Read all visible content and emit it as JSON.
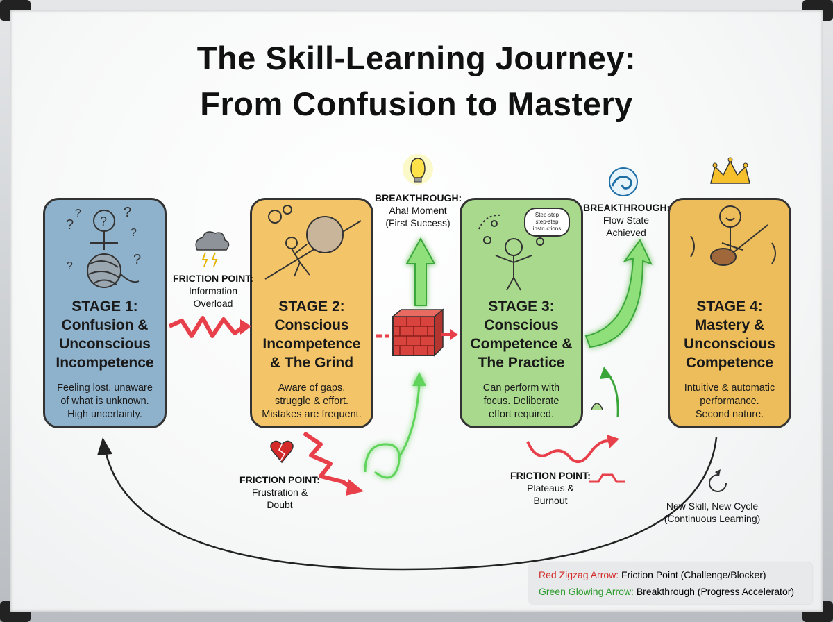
{
  "title": {
    "line1": "The Skill-Learning Journey:",
    "line2": "From Confusion to Mastery"
  },
  "stages": [
    {
      "title": [
        "STAGE 1:",
        "Confusion &",
        "Unconscious",
        "Incompetence"
      ],
      "desc": [
        "Feeling lost, unaware",
        "of what is unknown.",
        "High uncertainty."
      ],
      "color": "#8fb2cc"
    },
    {
      "title": [
        "STAGE 2:",
        "Conscious",
        "Incompetence",
        "& The Grind"
      ],
      "desc": [
        "Aware of gaps,",
        "struggle & effort.",
        "Mistakes are frequent."
      ],
      "color": "#f3c568"
    },
    {
      "title": [
        "STAGE 3:",
        "Conscious",
        "Competence &",
        "The Practice"
      ],
      "desc": [
        "Can perform with",
        "focus. Deliberate",
        "effort required."
      ],
      "color": "#a9d98c"
    },
    {
      "title": [
        "STAGE 4:",
        "Mastery &",
        "Unconscious",
        "Competence"
      ],
      "desc": [
        "Intuitive & automatic",
        "performance.",
        "Second nature."
      ],
      "color": "#ecbd5a"
    }
  ],
  "friction": {
    "overload": [
      "FRICTION POINT:",
      "Information",
      "Overload"
    ],
    "frustration": [
      "FRICTION POINT:",
      "Frustration &",
      "Doubt"
    ],
    "plateau": [
      "FRICTION POINT:",
      "Plateaus &",
      "Burnout"
    ]
  },
  "breakthrough": {
    "aha": [
      "BREAKTHROUGH:",
      "Aha! Moment",
      "(First Success)"
    ],
    "flow": [
      "BREAKTHROUGH:",
      "Flow State",
      "Achieved"
    ]
  },
  "stage3_bubble": [
    "Step-step",
    "step-step",
    "instructions"
  ],
  "cycle": [
    "New Skill, New Cycle",
    "(Continuous Learning)"
  ],
  "legend": {
    "red_key": "Red Zigzag Arrow:",
    "red_text": " Friction Point (Challenge/Blocker)",
    "green_key": "Green Glowing Arrow:",
    "green_text": " Breakthrough (Progress Accelerator)"
  },
  "colors": {
    "friction_red": "#e8404a",
    "breakthrough_green": "#5fd35a",
    "legend_red": "#d42a2a",
    "legend_green": "#2e9b2e"
  },
  "icons": [
    "storm-cloud-icon",
    "light-bulb-icon",
    "wave-icon",
    "crown-icon",
    "broken-heart-icon",
    "brick-wall-icon",
    "cycle-icon"
  ]
}
